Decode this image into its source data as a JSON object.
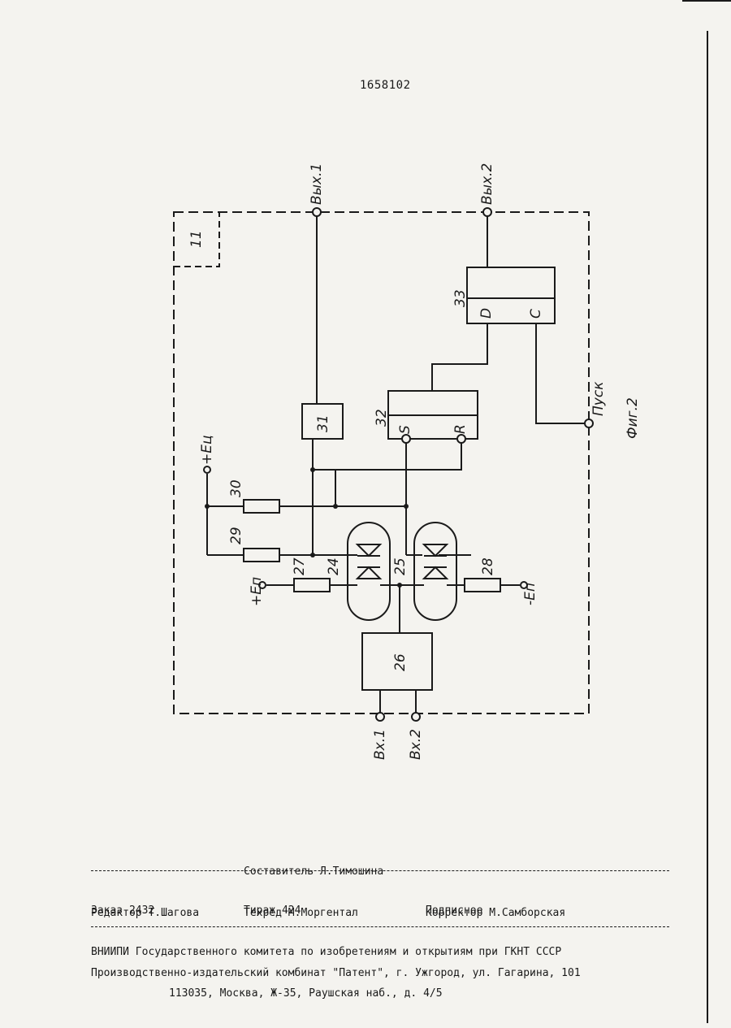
{
  "patent_number": "1658102",
  "figure_label": "Фиг.2",
  "terminals": {
    "out1": "Вых.1",
    "out2": "Вых.2",
    "in1": "Вх.1",
    "in2": "Вх.2",
    "start": "Пуск",
    "e_c": "+Eц",
    "e_p_plus": "+Eп",
    "e_p_minus": "-Eп"
  },
  "blocks": {
    "b11": "11",
    "b26": "26",
    "b31": "31",
    "b32": "32",
    "b33": "33",
    "b33_d": "D",
    "b33_c": "C",
    "b32_s": "S",
    "b32_r": "R"
  },
  "components": {
    "r27": "27",
    "r28": "28",
    "r29": "29",
    "r30": "30",
    "oc24": "24",
    "oc25": "25"
  },
  "imprint": {
    "compiler": "Составитель Л.Тимошина",
    "editor": "Редактор Т.Шагова",
    "techred": "Техред М.Моргентал",
    "corrector": "Корректор М.Самборская",
    "order": "Заказ 2432",
    "circulation": "Тираж 424",
    "subscription": "Подписное",
    "institute": "ВНИИПИ Государственного комитета по изобретениям и открытиям при ГКНТ СССР",
    "address": "113035, Москва, Ж-35, Раушская наб., д. 4/5",
    "publisher": "Производственно-издательский комбинат \"Патент\", г. Ужгород, ул. Гагарина, 101"
  }
}
